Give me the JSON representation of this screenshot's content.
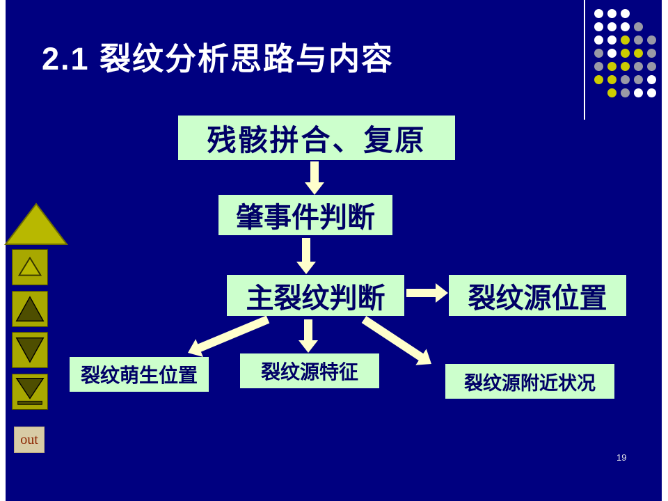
{
  "slide": {
    "title": "2.1 裂纹分析思路与内容",
    "page_number": "19",
    "background_color": "#000080"
  },
  "diagram": {
    "node_fill": "#CCFFCC",
    "node_text_color": "#000066",
    "arrow_color": "#FFFFCC",
    "nodes": [
      {
        "id": "debris-assembly",
        "label": "残骸拼合、复原"
      },
      {
        "id": "incident-judgment",
        "label": "肇事件判断"
      },
      {
        "id": "main-crack-judgment",
        "label": "主裂纹判断"
      },
      {
        "id": "crack-source-location",
        "label": "裂纹源位置"
      },
      {
        "id": "crack-initiation-site",
        "label": "裂纹萌生位置"
      },
      {
        "id": "crack-source-features",
        "label": "裂纹源特征"
      },
      {
        "id": "crack-source-vicinity",
        "label": "裂纹源附近状况"
      }
    ],
    "edges": [
      {
        "from": "debris-assembly",
        "to": "incident-judgment"
      },
      {
        "from": "incident-judgment",
        "to": "main-crack-judgment"
      },
      {
        "from": "main-crack-judgment",
        "to": "crack-source-location"
      },
      {
        "from": "main-crack-judgment",
        "to": "crack-initiation-site"
      },
      {
        "from": "main-crack-judgment",
        "to": "crack-source-features"
      },
      {
        "from": "main-crack-judgment",
        "to": "crack-source-vicinity"
      }
    ]
  },
  "nav": {
    "out_label": "out"
  },
  "decor": {
    "dot_colors": {
      "W": "#FFFFFF",
      "G": "#9999A6",
      "Y": "#CCCC00"
    },
    "dot_grid": [
      "WWW..",
      "WWWG.",
      "WWYGG",
      "GWYYG",
      "GYYGG",
      "YYGGW",
      ".YGWW"
    ]
  }
}
